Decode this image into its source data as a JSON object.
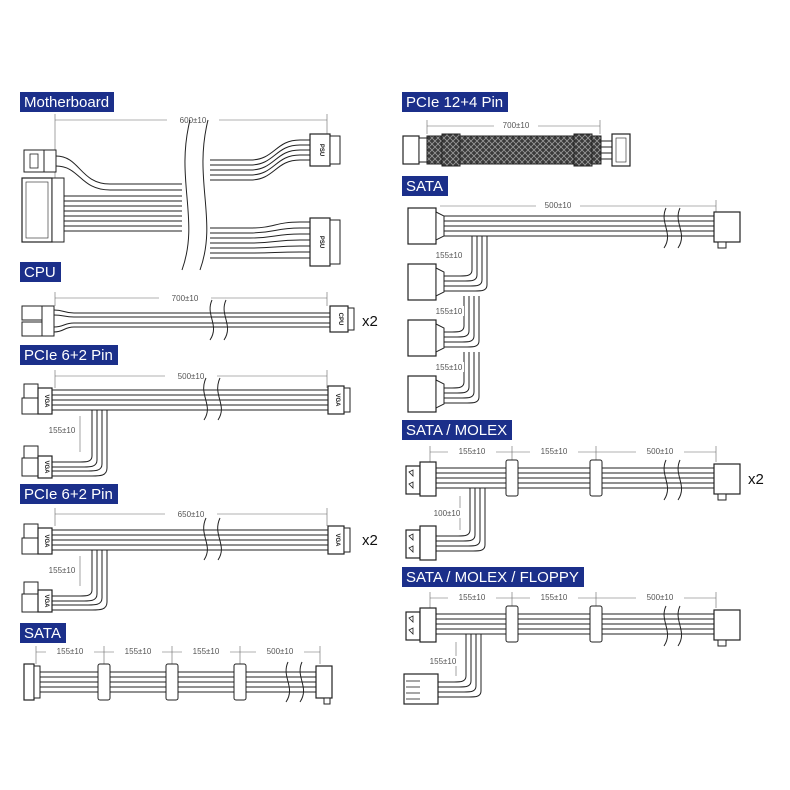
{
  "labels": {
    "motherboard": "Motherboard",
    "cpu": "CPU",
    "pcie62_a": "PCIe 6+2 Pin",
    "pcie62_b": "PCIe 6+2 Pin",
    "sata_left": "SATA",
    "pcie124": "PCIe 12+4 Pin",
    "sata_right": "SATA",
    "sata_molex": "SATA / MOLEX",
    "sata_molex_floppy": "SATA / MOLEX / FLOPPY"
  },
  "dims": {
    "mb": "600±10",
    "cpu": "700±10",
    "pcie_a_main": "500±10",
    "pcie_a_branch": "155±10",
    "pcie_b_main": "650±10",
    "pcie_b_branch": "155±10",
    "sata_l1": "155±10",
    "sata_l2": "155±10",
    "sata_l3": "155±10",
    "sata_l4": "500±10",
    "pcie124": "700±10",
    "sata_r_main": "500±10",
    "sata_r_b1": "155±10",
    "sata_r_b2": "155±10",
    "sata_r_b3": "155±10",
    "sm_1": "155±10",
    "sm_2": "155±10",
    "sm_3": "500±10",
    "sm_branch": "100±10",
    "smf_1": "155±10",
    "smf_2": "155±10",
    "smf_3": "500±10",
    "smf_branch": "155±10"
  },
  "connectors": {
    "psu": "PSU",
    "cpu": "CPU",
    "vga": "VGA"
  },
  "multipliers": {
    "cpu": "x2",
    "pcie_b": "x2",
    "sata_molex": "x2"
  },
  "colors": {
    "label_bg": "#1b2f8a",
    "label_text": "#ffffff",
    "line": "#222222"
  }
}
